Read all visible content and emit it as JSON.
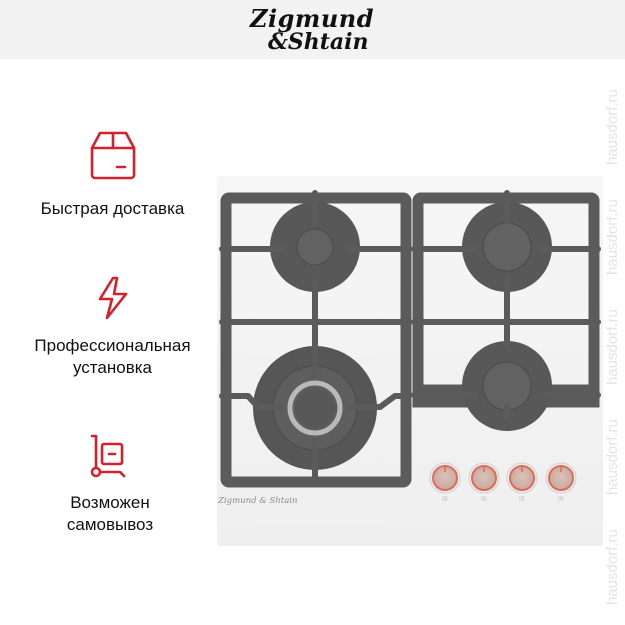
{
  "header": {
    "brand_line1": "Zigmund",
    "brand_line2": "&Shtain",
    "background": "#f2f2f2"
  },
  "features": [
    {
      "icon": "box-icon",
      "label_lines": [
        "Быстрая доставка"
      ]
    },
    {
      "icon": "lightning-icon",
      "label_lines": [
        "Профессиональная",
        "установка"
      ]
    },
    {
      "icon": "hand-truck-icon",
      "label_lines": [
        "Возможен",
        "самовывоз"
      ]
    }
  ],
  "product": {
    "name": "Gas hob",
    "brand_label": "Zigmund & Shtain",
    "burners": 4,
    "knobs": 4,
    "surface_color": "#f4f4f4",
    "grate_color": "#5a5a5a",
    "knob_accent": "#d98a7a"
  },
  "watermark": {
    "text": "hausdorf.ru",
    "repeats": 5
  },
  "colors": {
    "accent_red": "#d5202e",
    "text": "#111111"
  }
}
